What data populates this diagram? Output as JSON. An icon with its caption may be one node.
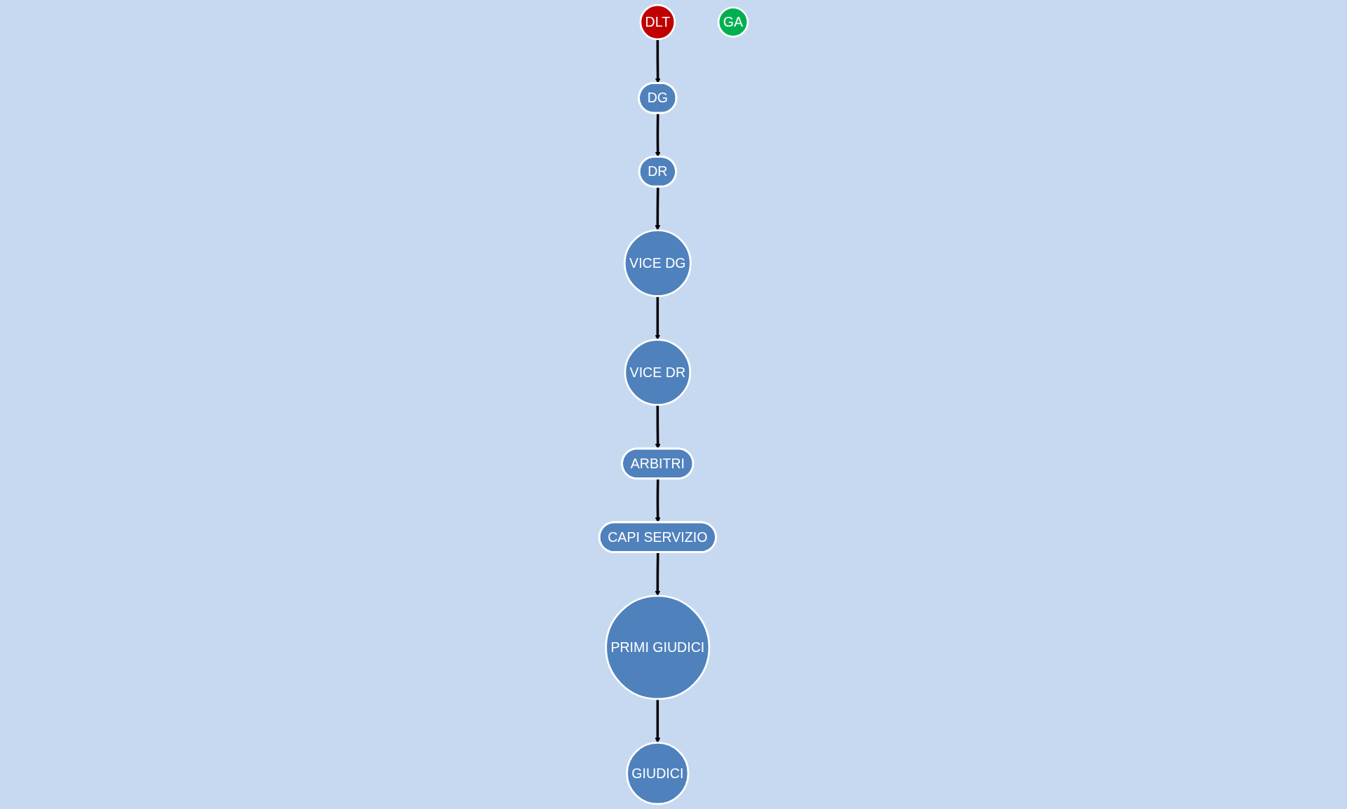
{
  "diagram": {
    "nodes": [
      {
        "text": [
          "DLT"
        ]
      },
      {
        "text": [
          "ARBITRI"
        ]
      },
      {
        "text": [
          "CAPI SERVIZIO"
        ]
      },
      {
        "text": [
          "DG"
        ]
      },
      {
        "text": [
          "VICE DR"
        ]
      },
      {
        "text": [
          "PRIMI GIUDICI"
        ]
      },
      {
        "text": [
          "GA"
        ]
      },
      {
        "text": [
          "DR"
        ]
      },
      {
        "text": [
          "VICE DG"
        ]
      },
      {
        "text": [
          "GIUDICI"
        ]
      }
    ],
    "edges": [
      {
        "from": 0,
        "to": 3,
        "arrow": "to"
      },
      {
        "from": 3,
        "to": 7,
        "arrow": "to"
      },
      {
        "from": 7,
        "to": 8,
        "arrow": "to"
      },
      {
        "from": 8,
        "to": 4,
        "arrow": "to"
      },
      {
        "from": 4,
        "to": 1,
        "arrow": "to"
      },
      {
        "from": 1,
        "to": 2,
        "arrow": "to"
      },
      {
        "from": 2,
        "to": 5,
        "arrow": "to"
      },
      {
        "from": 5,
        "to": 9,
        "arrow": "to"
      }
    ]
  }
}
